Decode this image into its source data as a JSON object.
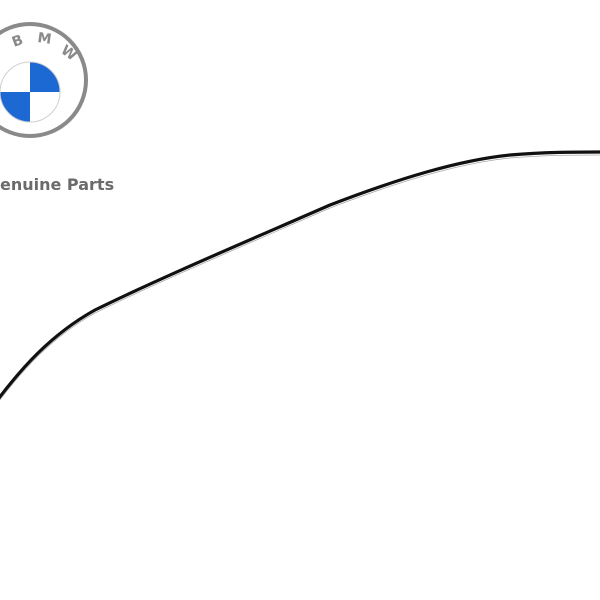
{
  "brand": {
    "logo_letters": [
      "B",
      "M",
      "W"
    ],
    "caption": "enuine Parts"
  },
  "colors": {
    "logo_blue": "#1c69d4",
    "logo_ring": "#8a8a8a",
    "caption_gray": "#6b6b6b",
    "part_black": "#1a1a1a"
  },
  "icons": {
    "logo": "bmw-roundel-icon"
  }
}
